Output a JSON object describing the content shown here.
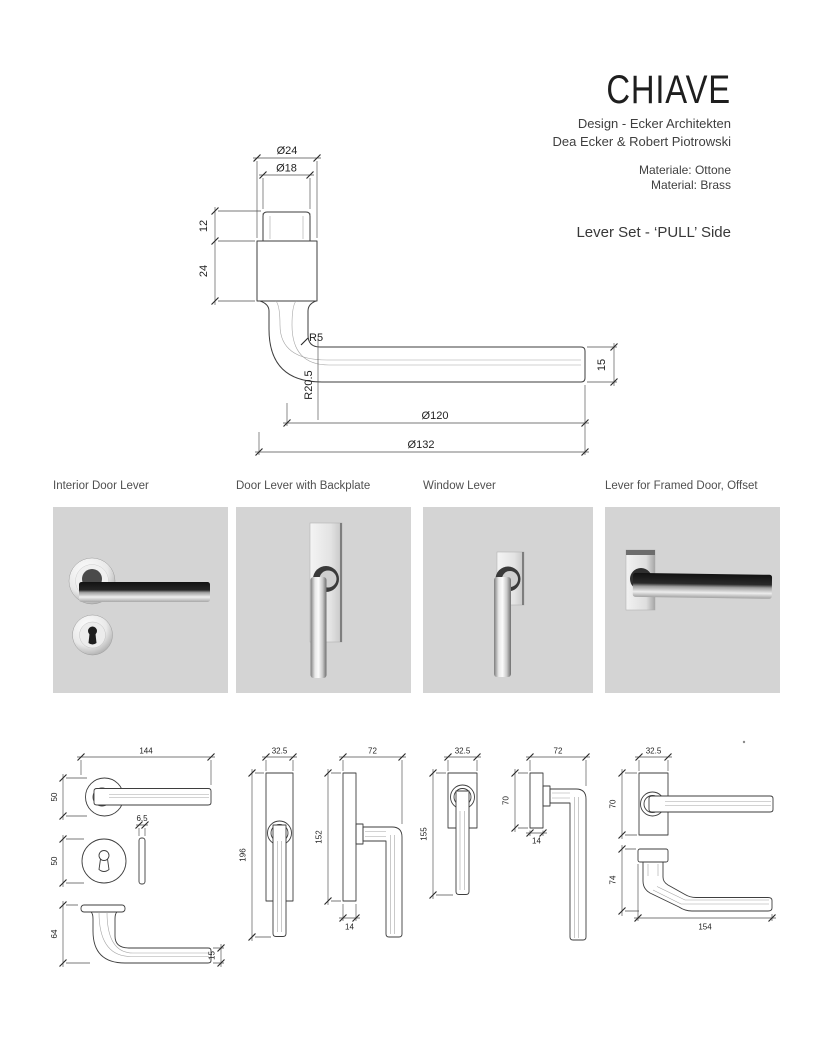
{
  "header": {
    "title": "CHIAVE",
    "design_line_1": "Design - Ecker Architekten",
    "design_line_2": "Dea Ecker & Robert Piotrowski",
    "material_line_1": "Materiale: Ottone",
    "material_line_2": "Material: Brass",
    "set_line": "Lever Set - ‘PULL’ Side"
  },
  "main_drawing": {
    "dia24": "Ø24",
    "dia18": "Ø18",
    "len12": "12",
    "len24": "24",
    "rad5": "R5",
    "rad20_5": "R20.5",
    "dia120": "Ø120",
    "dia132": "Ø132",
    "bar15": "15"
  },
  "products": [
    {
      "label": "Interior Door Lever"
    },
    {
      "label": "Door Lever with Backplate"
    },
    {
      "label": "Window Lever"
    },
    {
      "label": "Lever for Framed Door, Offset"
    }
  ],
  "spec_drawings": {
    "interior_front": {
      "width": "144",
      "rose_dia": "50"
    },
    "interior_escutcheon": {
      "dia": "50",
      "plate_thickness": "6.5"
    },
    "interior_side": {
      "height": "64",
      "lever_thickness": "15"
    },
    "backplate_front": {
      "width": "32.5",
      "height": "196"
    },
    "backplate_side": {
      "width": "72",
      "plate_height": "152",
      "plate_depth": "14"
    },
    "window_front": {
      "width": "32.5",
      "height": "155"
    },
    "window_side": {
      "width": "72",
      "plate_height": "70",
      "plate_depth": "14"
    },
    "offset_front": {
      "width": "32.5",
      "plate_height": "70"
    },
    "offset_side": {
      "height": "74",
      "length": "154"
    }
  },
  "colors": {
    "photo_bg": "#d4d4d4",
    "line": "#3e3e3e",
    "text": "#1f1f1f"
  }
}
